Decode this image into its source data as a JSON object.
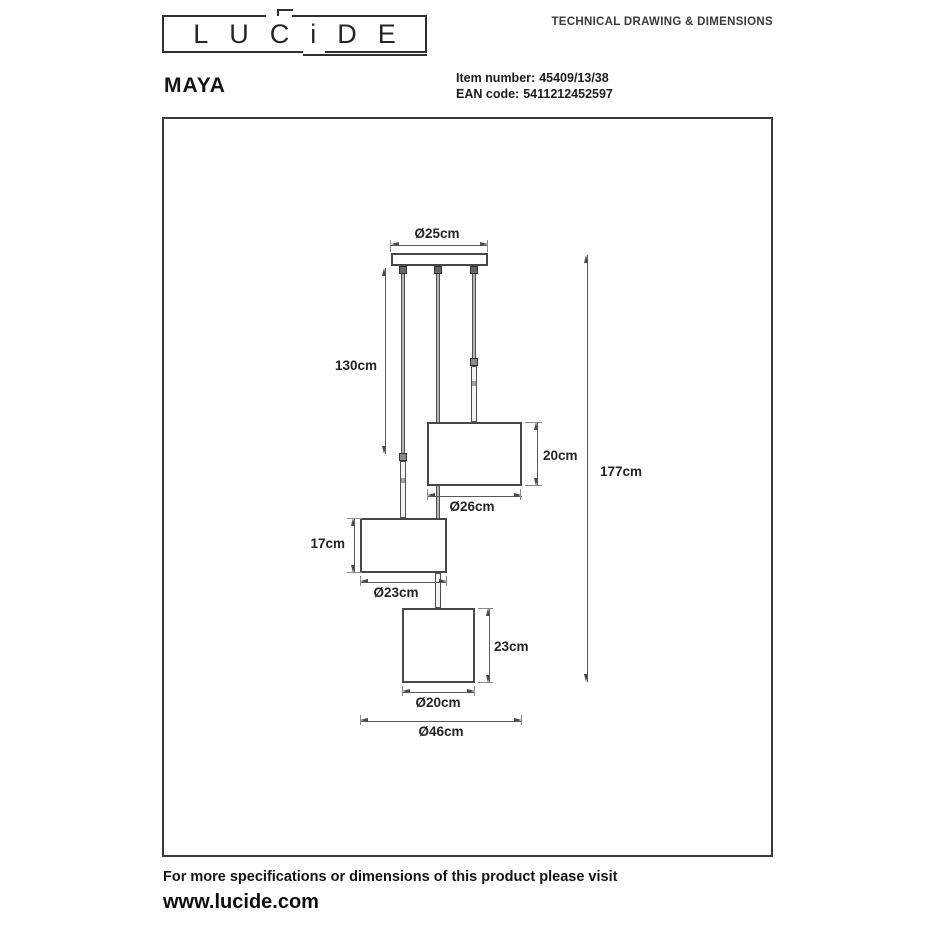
{
  "header": {
    "logo_text": "LUCiDE",
    "doc_title": "TECHNICAL DRAWING & DIMENSIONS",
    "product_name": "MAYA",
    "item_number_label": "Item number:",
    "item_number_value": "45409/13/38",
    "ean_label": "EAN code:",
    "ean_value": "5411212452597"
  },
  "drawing": {
    "labels": {
      "canopy_diameter": "Ø25cm",
      "cord_length": "130cm",
      "overall_height": "177cm",
      "top_shade_height": "20cm",
      "top_shade_diameter": "Ø26cm",
      "middle_shade_height": "17cm",
      "middle_shade_diameter": "Ø23cm",
      "bottom_shade_height": "23cm",
      "bottom_shade_diameter": "Ø20cm",
      "overall_diameter": "Ø46cm"
    }
  },
  "footer": {
    "note": "For more specifications or dimensions of this product please visit",
    "website": "www.lucide.com"
  },
  "colors": {
    "ink": "#1f1f1f",
    "line": "#4a4a4a"
  }
}
